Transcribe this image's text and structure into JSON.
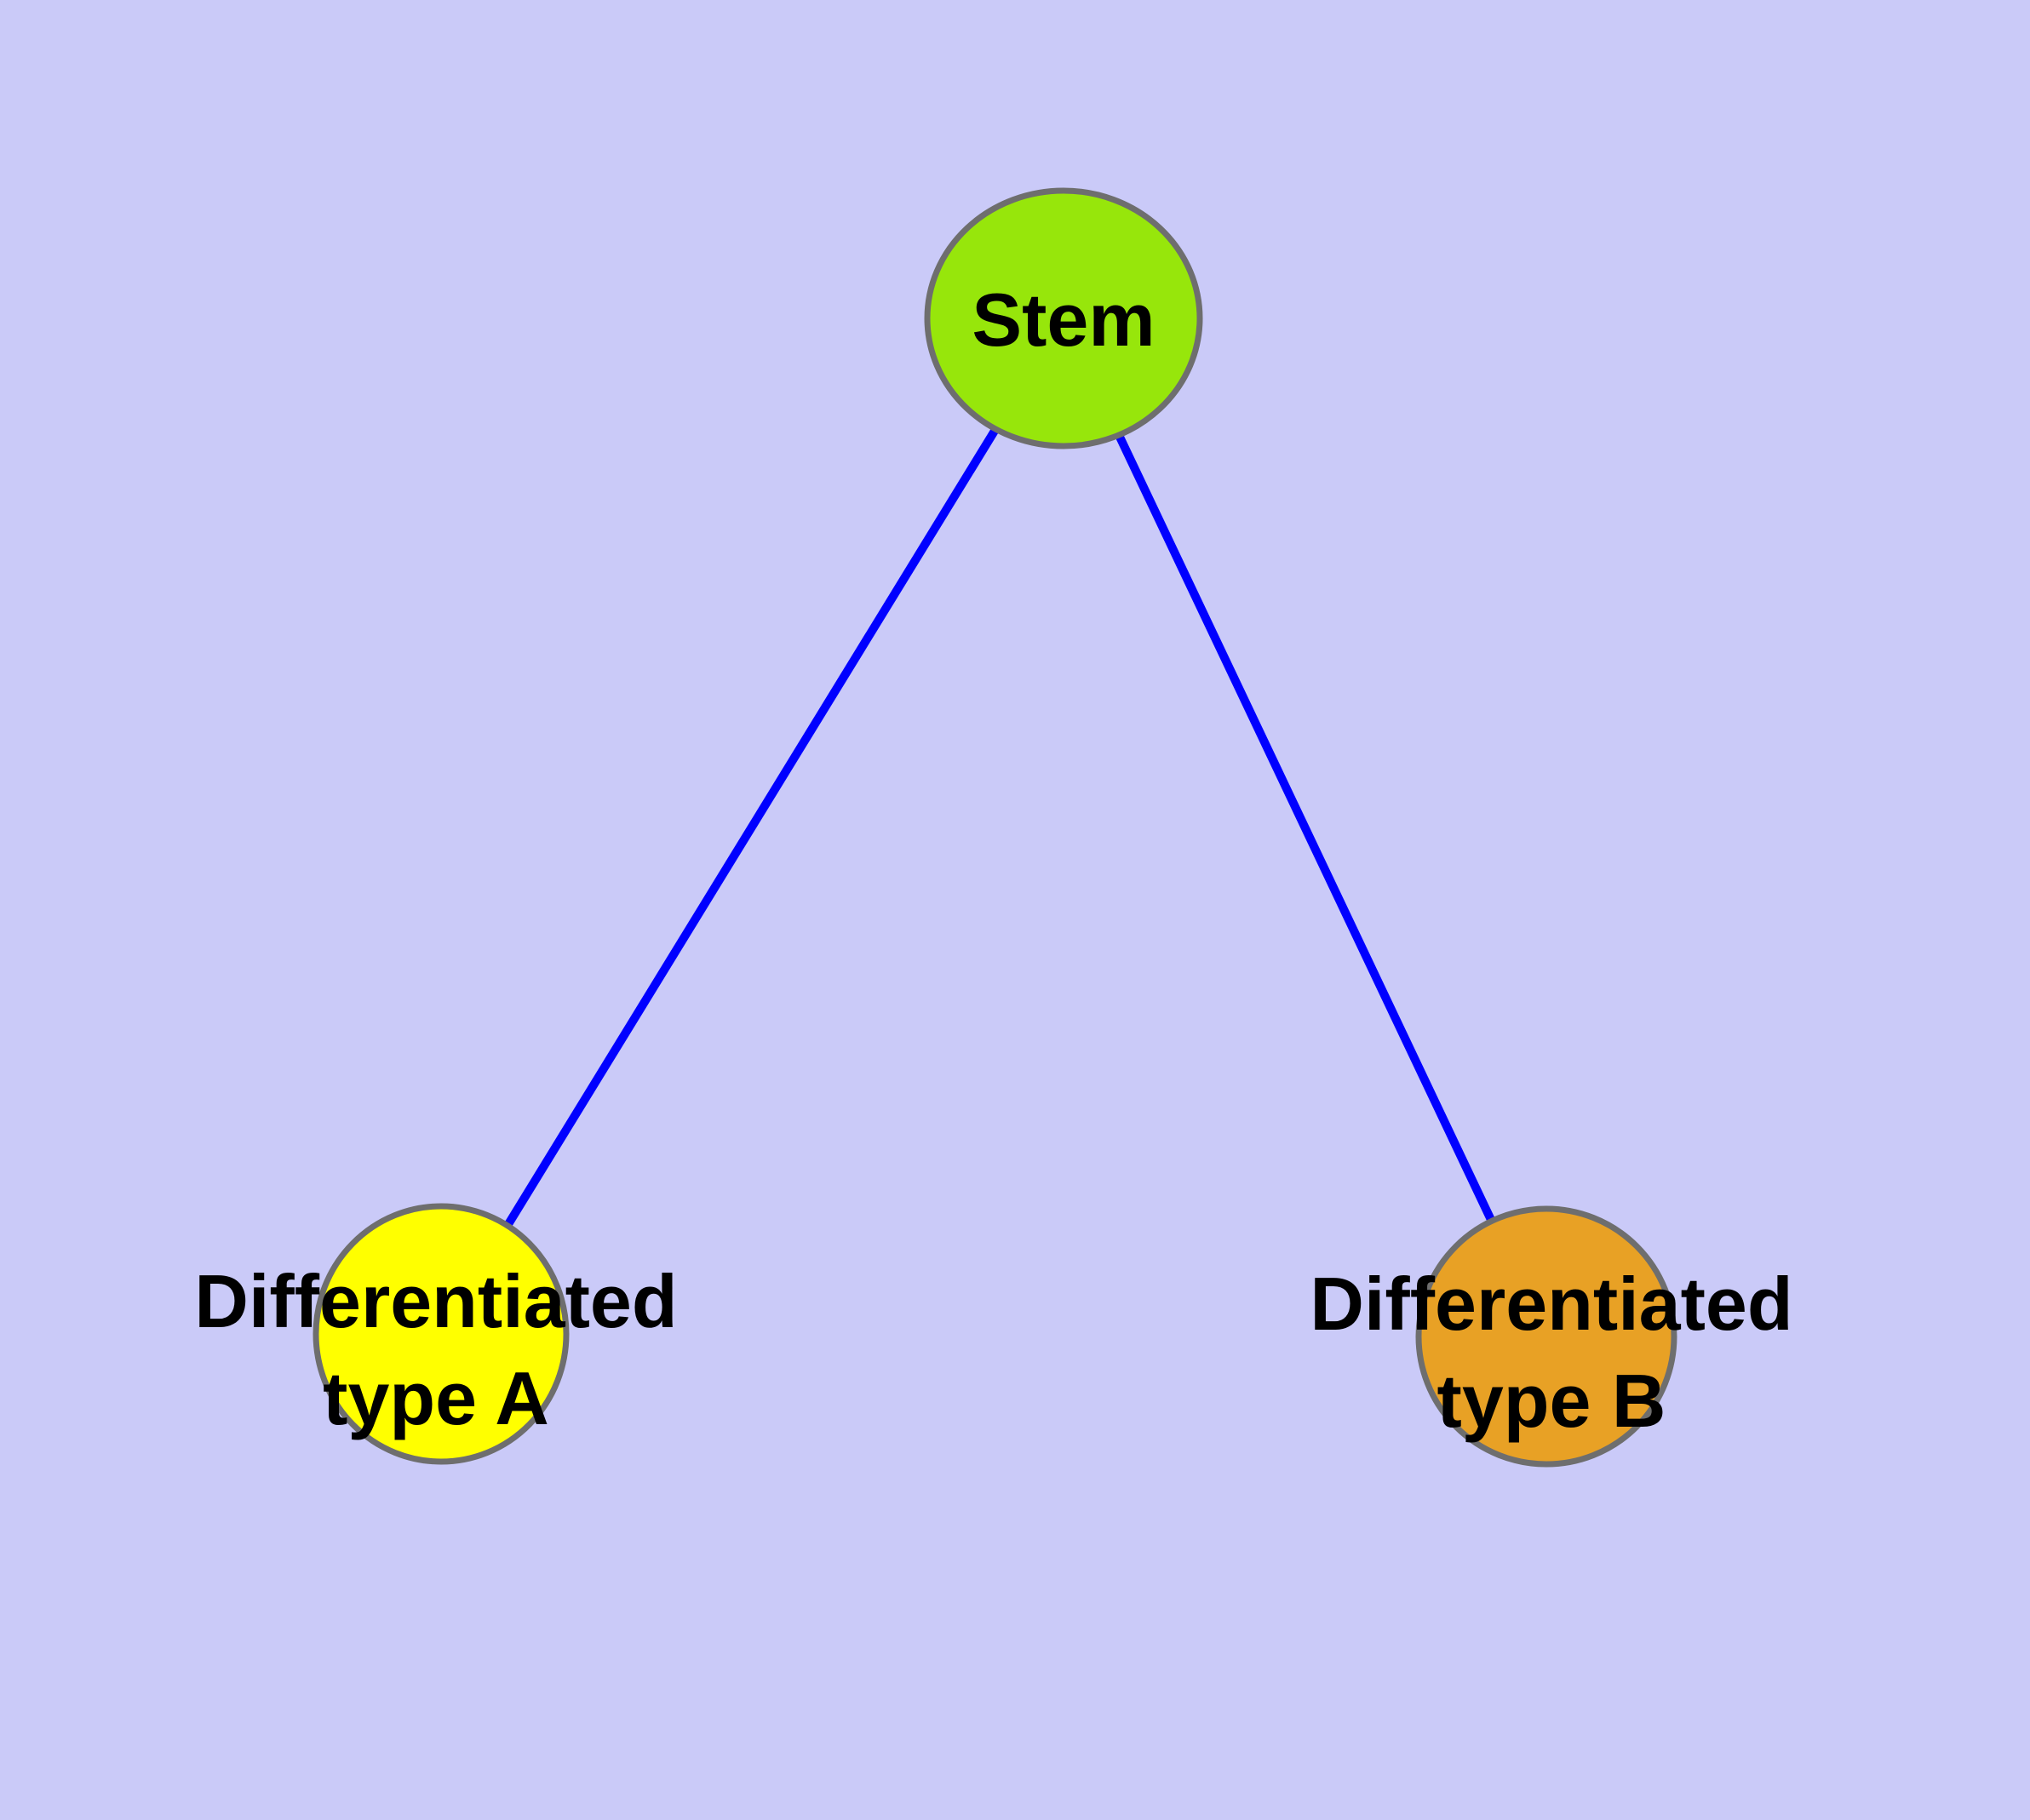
{
  "diagram": {
    "type": "node-link-graph",
    "background_color": "#CACAF8",
    "edge_color": "#0000FF",
    "node_border_color": "#6E6E6E",
    "label_color": "#000000",
    "nodes": [
      {
        "id": "stem",
        "label": "Stem",
        "line1": "Stem",
        "line2": "",
        "fill": "#97E60B"
      },
      {
        "id": "differentiated-type-a",
        "label": "Differentiated type A",
        "line1": "Differentiated",
        "line2": "type A",
        "fill": "#FFFF00"
      },
      {
        "id": "differentiated-type-b",
        "label": "Differentiated type B",
        "line1": "Differentiated",
        "line2": "type B",
        "fill": "#E8A125"
      }
    ],
    "edges": [
      {
        "from": "Stem",
        "to": "Differentiated type A"
      },
      {
        "from": "Stem",
        "to": "Differentiated type B"
      }
    ]
  }
}
